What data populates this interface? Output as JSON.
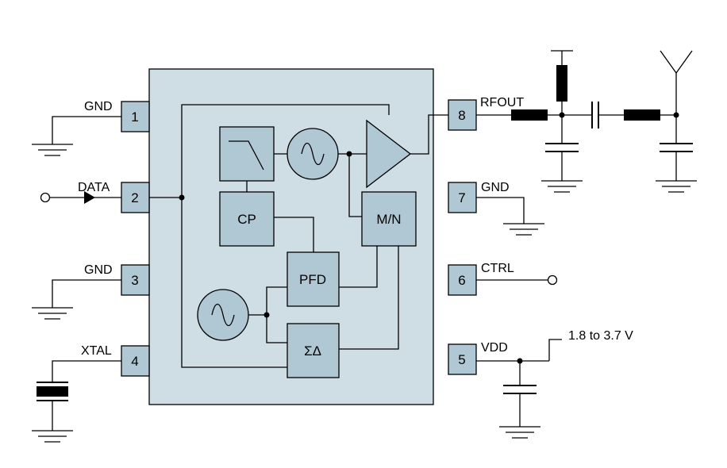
{
  "pins": {
    "p1": {
      "num": "1",
      "label": "GND"
    },
    "p2": {
      "num": "2",
      "label": "DATA"
    },
    "p3": {
      "num": "3",
      "label": "GND"
    },
    "p4": {
      "num": "4",
      "label": "XTAL"
    },
    "p5": {
      "num": "5",
      "label": "VDD"
    },
    "p6": {
      "num": "6",
      "label": "CTRL"
    },
    "p7": {
      "num": "7",
      "label": "GND"
    },
    "p8": {
      "num": "8",
      "label": "RFOUT"
    }
  },
  "blocks": {
    "cp": "CP",
    "mn": "M/N",
    "pfd": "PFD",
    "sigma_delta": "ΣΔ"
  },
  "supply": "1.8 to 3.7 V",
  "colors": {
    "chip_fill": "#cfdde5",
    "block_fill": "#b0c7d4",
    "stroke": "#000000"
  }
}
